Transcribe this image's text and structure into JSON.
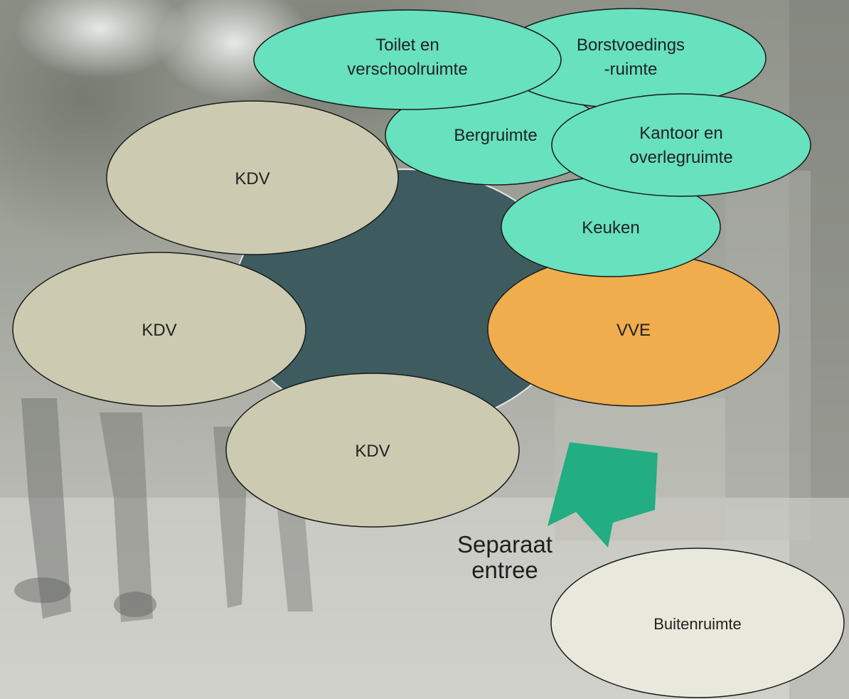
{
  "diagram": {
    "colors": {
      "hub": "#3e5c60",
      "care_group": "#cccbb1",
      "support_space": "#67e1be",
      "vve": "#efad4e",
      "outdoor": "#e9e8dc",
      "arrow": "#22ad82"
    },
    "hub": {
      "label": ""
    },
    "care_groups": [
      {
        "id": "kdv-top",
        "label": "KDV"
      },
      {
        "id": "kdv-left",
        "label": "KDV"
      },
      {
        "id": "kdv-bottom",
        "label": "KDV"
      }
    ],
    "support_spaces": [
      {
        "id": "toilet",
        "lines": [
          "Toilet en",
          "verschoolruimte"
        ]
      },
      {
        "id": "borstvoeding",
        "lines": [
          "Borstvoedings",
          "-ruimte"
        ]
      },
      {
        "id": "bergruimte",
        "lines": [
          "Bergruimte"
        ]
      },
      {
        "id": "kantoor",
        "lines": [
          "Kantoor en",
          "overlegruimte"
        ]
      },
      {
        "id": "keuken",
        "lines": [
          "Keuken"
        ]
      }
    ],
    "vve": {
      "label": "VVE"
    },
    "outdoor": {
      "label": "Buitenruimte"
    },
    "entrance": {
      "line1": "Separaat",
      "line2": "entree",
      "icon": "arrow-up-right-icon"
    }
  }
}
